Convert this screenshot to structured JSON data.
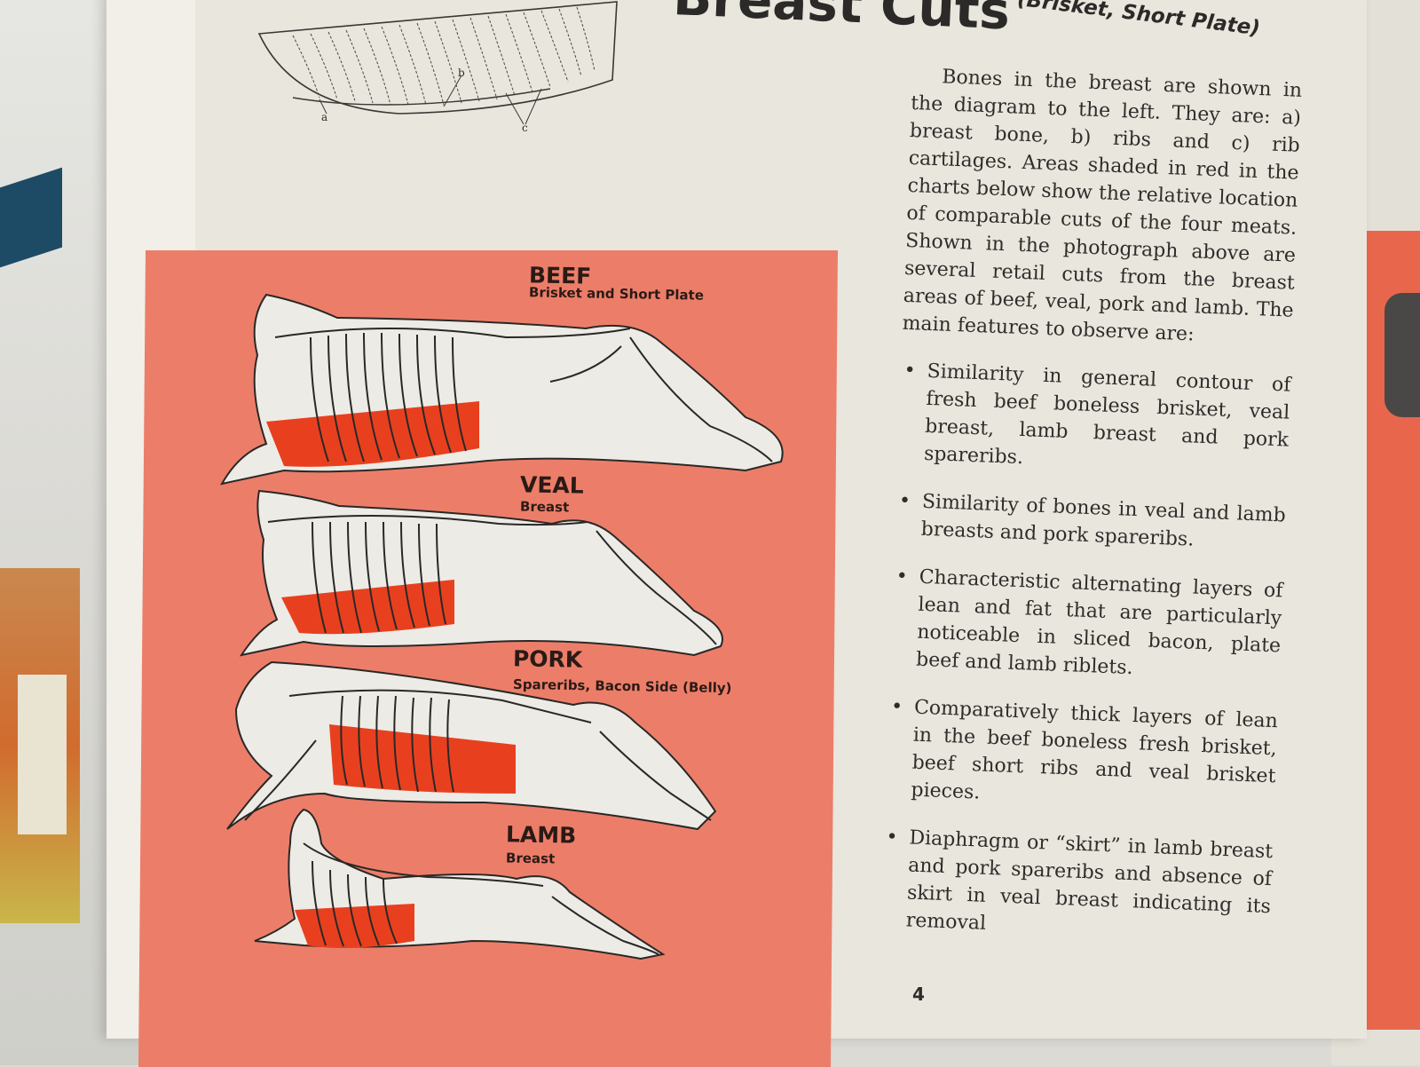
{
  "header": {
    "title": "Breast Cuts",
    "subtitle": "(Brisket, Short Plate)"
  },
  "diagram": {
    "labels": [
      "a",
      "b",
      "c"
    ]
  },
  "animals": [
    {
      "name": "BEEF",
      "cut": "Brisket and Short Plate"
    },
    {
      "name": "VEAL",
      "cut": "Breast"
    },
    {
      "name": "PORK",
      "cut": "Spareribs, Bacon Side (Belly)"
    },
    {
      "name": "LAMB",
      "cut": "Breast"
    }
  ],
  "text": {
    "intro": "Bones in the breast are shown in the diagram to the left. They are: a) breast bone, b) ribs and c) rib cartilages. Areas shaded in red in the charts below show the relative location of comparable cuts of the four meats. Shown in the photograph above are several retail cuts from the breast areas of beef, veal, pork and lamb. The main features to observe are:",
    "features": [
      "Similarity in general contour of fresh beef boneless brisket, veal breast, lamb breast and pork spareribs.",
      "Similarity of bones in veal and lamb breasts and pork spareribs.",
      "Characteristic alternating layers of lean and fat that are particularly noticeable in sliced bacon, plate beef and lamb riblets.",
      "Comparatively thick layers of lean in the beef boneless fresh brisket, beef short ribs and veal brisket pieces.",
      "Diaphragm or “skirt” in lamb breast and pork spareribs and absence of skirt in veal breast indicating its removal"
    ],
    "bullet": "•"
  },
  "page_number": "4",
  "colors": {
    "panel": "#ec7e69",
    "cut_highlight": "#e8401f",
    "paper": "#e9e6dd",
    "ink": "#2f2d2b"
  }
}
